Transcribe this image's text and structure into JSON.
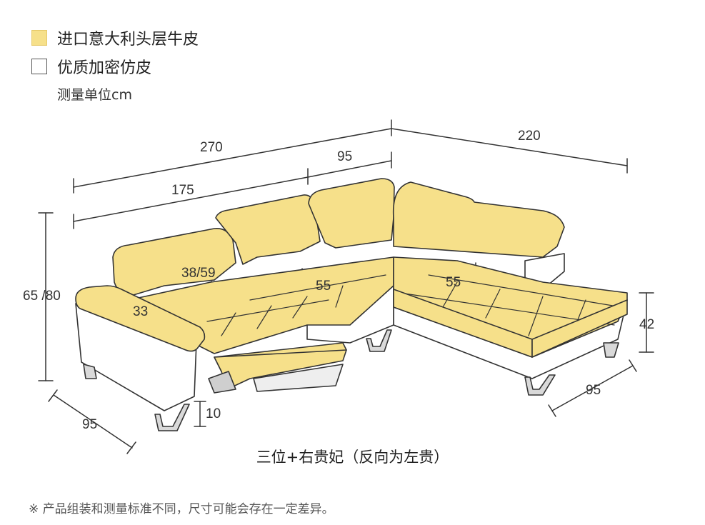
{
  "legend": {
    "items": [
      {
        "label": "进口意大利头层牛皮",
        "color": "#f6e08a"
      },
      {
        "label": "优质加密仿皮",
        "color": "#ffffff"
      }
    ],
    "unit_note": "测量单位cm"
  },
  "dimensions": {
    "overall_left_length": "270",
    "overall_right_length": "220",
    "three_seat_length": "175",
    "corner_width": "95",
    "back_height": "38/59",
    "arm_width": "33",
    "seat_width_left": "55",
    "seat_width_right": "55",
    "total_height": "65 /80",
    "leg_height": "10",
    "depth_left": "95",
    "seat_height": "42",
    "depth_right": "95"
  },
  "colors": {
    "leather": "#f6e08a",
    "leather_stroke": "#3a3a3a",
    "line": "#333333"
  },
  "caption": "三位+右贵妃（反向为左贵）",
  "footnote": "※ 产品组装和测量标准不同，尺寸可能会存在一定差异。"
}
